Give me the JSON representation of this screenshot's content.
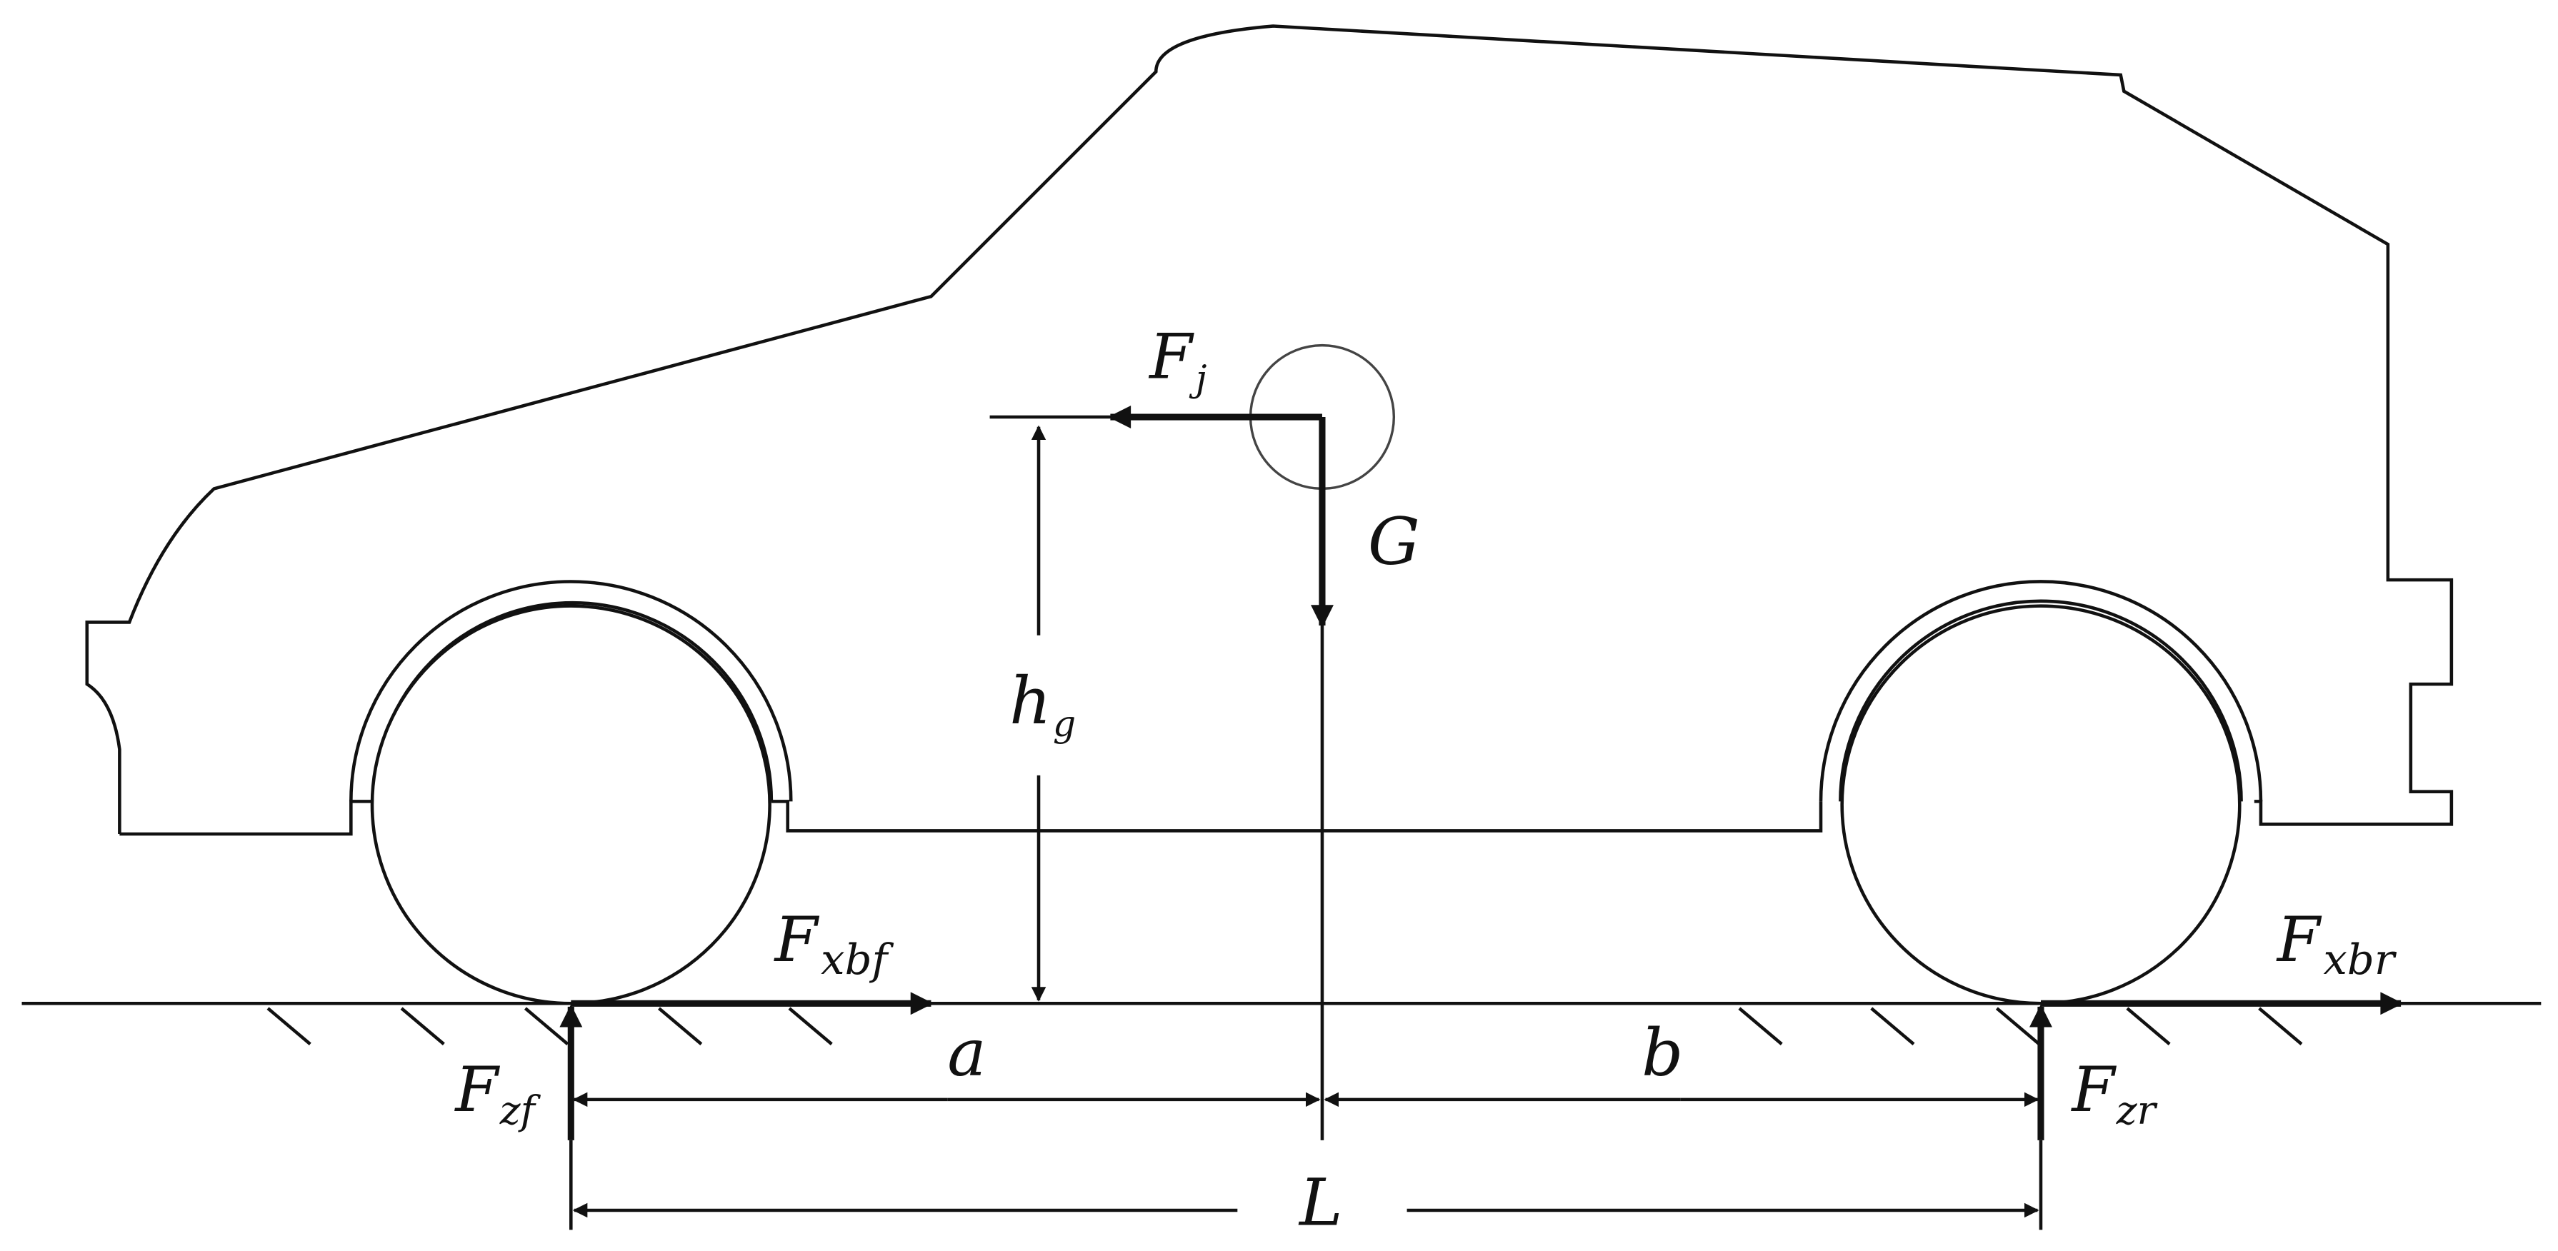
{
  "diagram": {
    "labels": {
      "inertia_force": {
        "main": "F",
        "sub": "j"
      },
      "gravity": {
        "main": "G"
      },
      "cg_height": {
        "main": "h",
        "sub": "g"
      },
      "front_brake_force": {
        "main": "F",
        "sub": "xbf"
      },
      "rear_brake_force": {
        "main": "F",
        "sub": "xbr"
      },
      "front_normal_force": {
        "main": "F",
        "sub": "zf"
      },
      "rear_normal_force": {
        "main": "F",
        "sub": "zr"
      },
      "front_distance": {
        "main": "a"
      },
      "rear_distance": {
        "main": "b"
      },
      "wheelbase": {
        "main": "L"
      }
    },
    "colors": {
      "stroke": "#111111",
      "background": "#ffffff"
    }
  }
}
